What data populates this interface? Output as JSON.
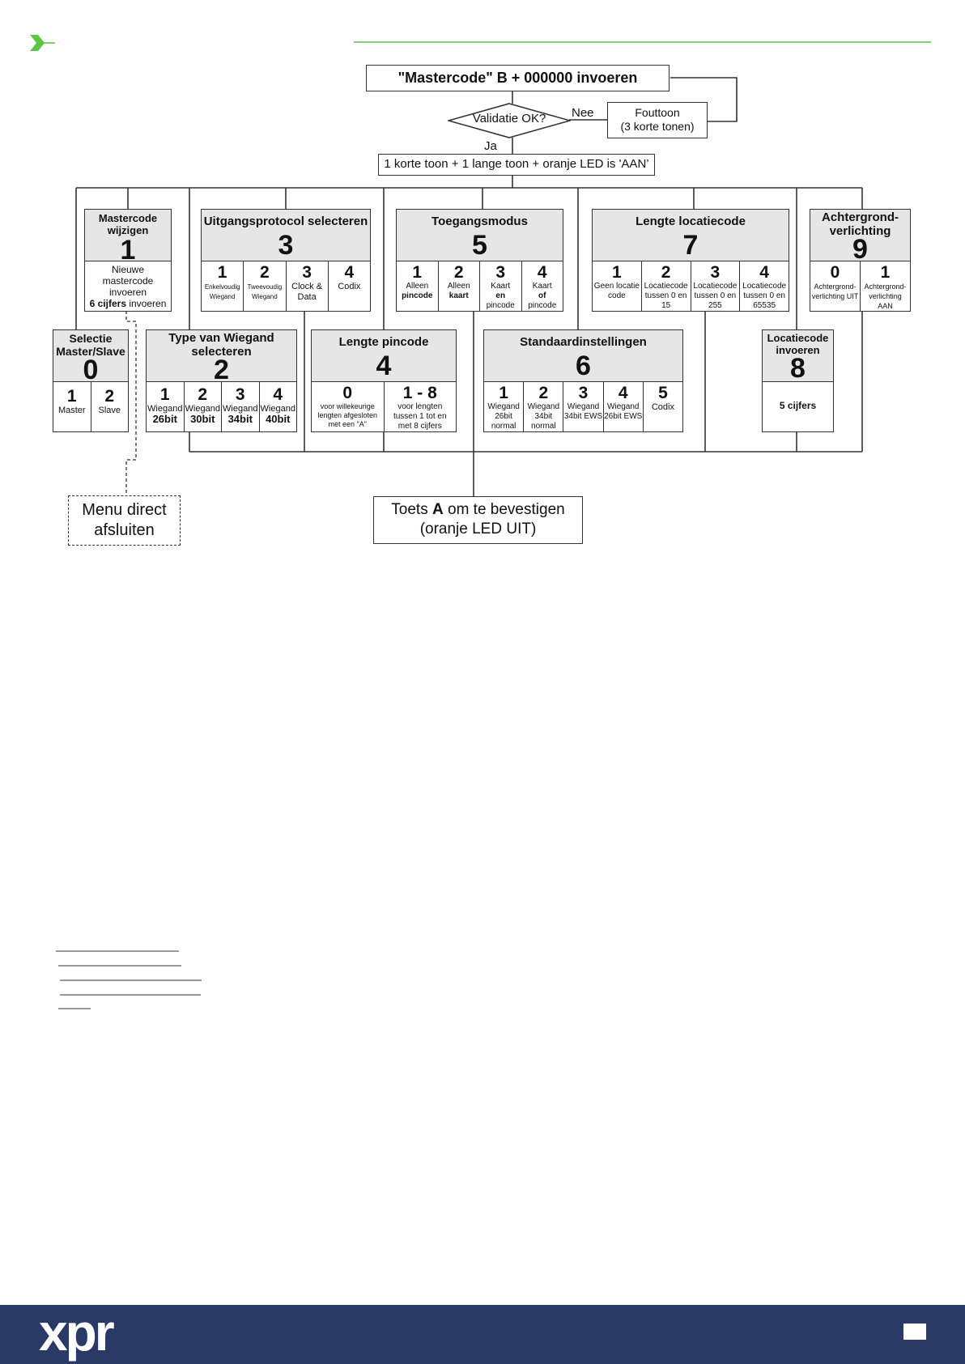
{
  "header": {
    "accent_color": "#5ec443",
    "arrow_icon": "chevron-right-icon"
  },
  "start": {
    "label": "\"Mastercode\" B + 000000 invoeren"
  },
  "validation": {
    "question": "Validatie OK?",
    "no_label": "Nee",
    "yes_label": "Ja",
    "error_line1": "Fouttoon",
    "error_line2": "(3 korte tonen)"
  },
  "entered": {
    "label": "1 korte toon + 1 lange toon + oranje LED is 'AAN’"
  },
  "menus": {
    "m0": {
      "title": "Selectie Master/Slave",
      "number": "0",
      "options": [
        {
          "num": "1",
          "label": "Master"
        },
        {
          "num": "2",
          "label": "Slave"
        }
      ]
    },
    "m1": {
      "title": "Mastercode wijzigen",
      "number": "1",
      "body": "Nieuwe mastercode invoeren",
      "body_bold": "6 cijfers",
      "body_tail": "invoeren"
    },
    "m2": {
      "title": "Type van Wiegand selecteren",
      "number": "2",
      "options": [
        {
          "num": "1",
          "label": "Wiegand",
          "label2": "26bit"
        },
        {
          "num": "2",
          "label": "Wiegand",
          "label2": "30bit"
        },
        {
          "num": "3",
          "label": "Wiegand",
          "label2": "34bit"
        },
        {
          "num": "4",
          "label": "Wiegand",
          "label2": "40bit"
        }
      ]
    },
    "m3": {
      "title": "Uitgangsprotocol selecteren",
      "number": "3",
      "options": [
        {
          "num": "1",
          "label": "Enkelvoudig Wiegand"
        },
        {
          "num": "2",
          "label": "Tweevoudig Wiegand"
        },
        {
          "num": "3",
          "label": "Clock & Data"
        },
        {
          "num": "4",
          "label": "Codix"
        }
      ]
    },
    "m4": {
      "title": "Lengte pincode",
      "number": "4",
      "options": [
        {
          "num": "0",
          "label": "voor willekeurige lengten afgesloten met een \"A\""
        },
        {
          "num": "1 - 8",
          "label": "voor lengten tussen 1 tot en met 8 cijfers"
        }
      ]
    },
    "m5": {
      "title": "Toegangsmodus",
      "number": "5",
      "options": [
        {
          "num": "1",
          "label": "Alleen",
          "label2": "pincode"
        },
        {
          "num": "2",
          "label": "Alleen",
          "label2": "kaart"
        },
        {
          "num": "3",
          "label": "Kaart",
          "label2": "en",
          "label3": "pincode"
        },
        {
          "num": "4",
          "label": "Kaart",
          "label2": "of",
          "label3": "pincode"
        }
      ]
    },
    "m6": {
      "title": "Standaardinstellingen",
      "number": "6",
      "options": [
        {
          "num": "1",
          "label": "Wiegand 26bit normal"
        },
        {
          "num": "2",
          "label": "Wiegand 34bit normal"
        },
        {
          "num": "3",
          "label": "Wiegand 34bit EWS"
        },
        {
          "num": "4",
          "label": "Wiegand 26bit EWS"
        },
        {
          "num": "5",
          "label": "Codix"
        }
      ]
    },
    "m7": {
      "title": "Lengte locatiecode",
      "number": "7",
      "options": [
        {
          "num": "1",
          "label": "Geen locatie code"
        },
        {
          "num": "2",
          "label": "Locatiecode tussen 0 en 15"
        },
        {
          "num": "3",
          "label": "Locatiecode tussen 0 en 255"
        },
        {
          "num": "4",
          "label": "Locatiecode tussen 0 en 65535"
        }
      ]
    },
    "m8": {
      "title": "Locatiecode invoeren",
      "number": "8",
      "body": "5 cijfers"
    },
    "m9": {
      "title": "Achtergrond-verlichting",
      "number": "9",
      "options": [
        {
          "num": "0",
          "label": "Achtergrond-verlichting UIT"
        },
        {
          "num": "1",
          "label": "Achtergrond-verlichting AAN"
        }
      ]
    }
  },
  "exit": {
    "label": "Menu direct afsluiten"
  },
  "confirm": {
    "line1_pre": "Toets ",
    "line1_key": "A",
    "line1_post": " om te bevestigen",
    "line2": "(oranje LED UIT)"
  },
  "footer": {
    "logo": "xpr",
    "background": "#2a3a66"
  }
}
